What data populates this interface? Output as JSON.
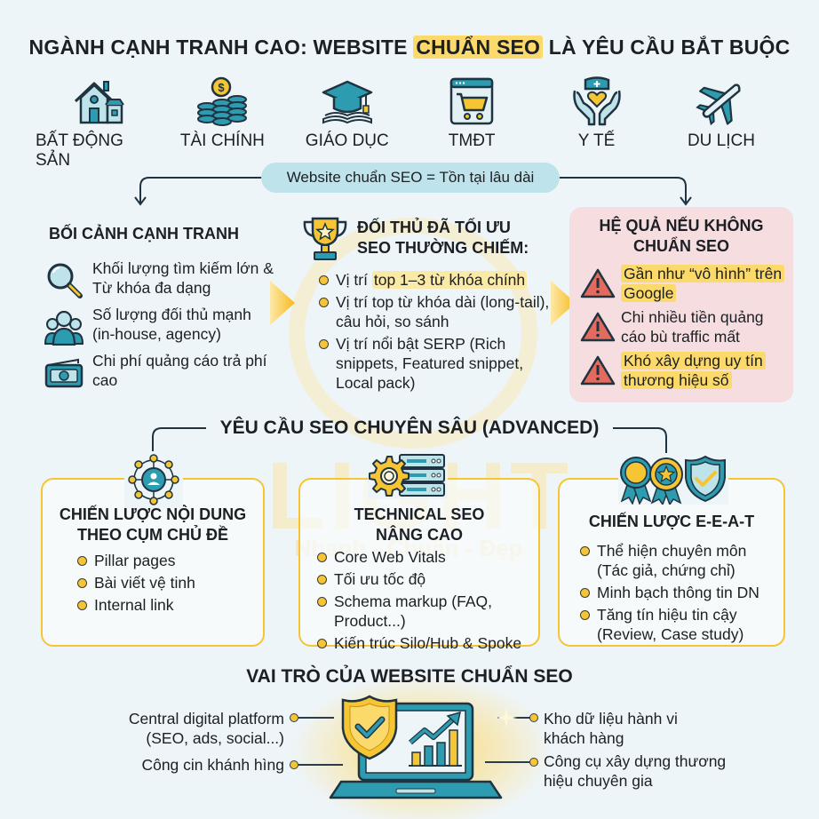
{
  "header": {
    "title_prefix": "NGÀNH CẠNH TRANH CAO: WEBSITE ",
    "title_highlight": "CHUẨN SEO",
    "title_suffix": " LÀ YÊU CẦU BẮT BUỘC"
  },
  "industries": [
    {
      "label": "BẤT ĐỘNG SẢN",
      "icon": "house-icon"
    },
    {
      "label": "TÀI CHÍNH",
      "icon": "coins-icon"
    },
    {
      "label": "GIÁO DỤC",
      "icon": "graduation-cap-icon"
    },
    {
      "label": "TMĐT",
      "icon": "shopping-cart-icon"
    },
    {
      "label": "Y TẾ",
      "icon": "healthcare-hands-icon"
    },
    {
      "label": "DU LỊCH",
      "icon": "airplane-icon"
    }
  ],
  "connector": {
    "label": "Website chuẩn SEO = Tồn tại lâu dài"
  },
  "context": {
    "heading": "BỐI CẢNH CẠNH TRANH",
    "items": [
      {
        "text": "Khối lượng tìm kiếm lớn & Từ khóa đa dạng",
        "icon": "magnifier-icon"
      },
      {
        "text": "Số lượng đối thủ mạnh (in-house, agency)",
        "icon": "people-group-icon"
      },
      {
        "text": "Chi phí quảng cáo trả phí cao",
        "icon": "banknote-icon"
      }
    ]
  },
  "competitors": {
    "heading_line1": "ĐỐI THỦ ĐÃ TỐI ƯU",
    "heading_line2": "SEO THƯỜNG CHIẾM:",
    "icon": "trophy-icon",
    "items": [
      {
        "prefix": "Vị trí ",
        "highlight": "top 1–3 từ khóa chính",
        "suffix": ""
      },
      {
        "prefix": "Vị trí top từ khóa dài (long-tail), câu hỏi, so sánh",
        "highlight": "",
        "suffix": ""
      },
      {
        "prefix": "Vị trí nổi bật SERP (Rich snippets, Featured snippet, Local pack)",
        "highlight": "",
        "suffix": ""
      }
    ]
  },
  "consequences": {
    "heading_line1": "HỆ QUẢ NẾU KHÔNG",
    "heading_line2": "CHUẨN SEO",
    "items": [
      {
        "text": "Gần như “vô hình” trên Google",
        "icon": "warning-icon"
      },
      {
        "text": "Chi nhiều tiền quảng cáo bù traffic mất",
        "icon": "warning-icon"
      },
      {
        "text": "Khó xây dựng uy tín thương hiệu số",
        "icon": "warning-icon"
      }
    ]
  },
  "advanced": {
    "heading": "YÊU CẦU SEO CHUYÊN SÂU (ADVANCED)",
    "cards": [
      {
        "heading_line1": "CHIẾN LƯỢC NỘI DUNG",
        "heading_line2": "THEO CỤM CHỦ ĐỀ",
        "icon": "network-hub-icon",
        "items": [
          "Pillar pages",
          "Bài viết vệ tinh",
          "Internal link"
        ]
      },
      {
        "heading_line1": "TECHNICAL SEO",
        "heading_line2": "NÂNG CAO",
        "icon": "gear-server-icon",
        "items": [
          "Core Web Vitals",
          "Tối ưu tốc độ",
          "Schema markup (FAQ, Product...)",
          "Kiến trúc Silo/Hub & Spoke"
        ]
      },
      {
        "heading_line1": "CHIẾN LƯỢC E-E-A-T",
        "heading_line2": "",
        "icon": "badges-shield-icon",
        "items": [
          "Thể hiện chuyên môn (Tác giả, chứng chỉ)",
          "Minh bạch thông tin DN",
          "Tăng tín hiệu tin cậy (Review, Case study)"
        ]
      }
    ]
  },
  "roles": {
    "heading": "VAI TRÒ CỦA WEBSITE CHUẨN SEO",
    "left": [
      {
        "text": "Central digital platform (SEO, ads, social...)"
      },
      {
        "text": "Công cin khánh hìng"
      }
    ],
    "right": [
      {
        "text": "Kho dữ liệu hành vi khách hàng"
      },
      {
        "text": "Công cụ xây dựng thương hiệu chuyên gia"
      }
    ],
    "center_icon": "laptop-shield-growth-icon"
  },
  "watermark": {
    "brand": "LIGHT",
    "tagline": "Nhanh - Chuẩn - Đẹp"
  },
  "colors": {
    "background": "#eef5f9",
    "accent_yellow": "#f5c533",
    "teal": "#2d9bb0",
    "pill": "#bfe3ea",
    "consequences_bg": "#f6dde0",
    "warning_red": "#e36a5e"
  }
}
